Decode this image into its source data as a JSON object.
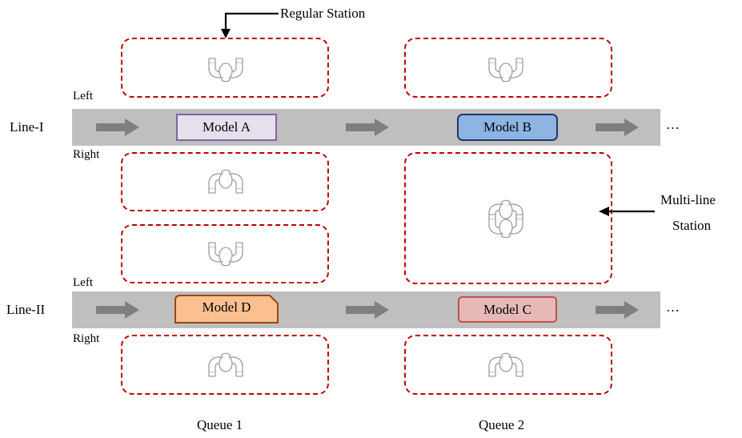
{
  "colors": {
    "station_border": "#c00000",
    "conveyor": "#bfbfbf",
    "flow_arrow": "#7f7f7f",
    "model_a": {
      "fill": "#e6e0ec",
      "border": "#8064a2"
    },
    "model_b": {
      "fill": "#8eb4e3",
      "border": "#1f3864"
    },
    "model_c": {
      "fill": "#e6b9b8",
      "border": "#c0504d"
    },
    "model_d": {
      "fill": "#fac090",
      "border": "#984807"
    }
  },
  "labels": {
    "regular_station": "Regular Station",
    "multiline_station_line1": "Multi-line",
    "multiline_station_line2": "Station"
  },
  "lines": [
    {
      "name": "Line-I",
      "side_top": "Left",
      "side_bottom": "Right",
      "continuation": "…",
      "models": [
        {
          "label": "Model A",
          "queue": 1
        },
        {
          "label": "Model B",
          "queue": 2
        }
      ]
    },
    {
      "name": "Line-II",
      "side_top": "Left",
      "side_bottom": "Right",
      "continuation": "…",
      "models": [
        {
          "label": "Model D",
          "queue": 1
        },
        {
          "label": "Model C",
          "queue": 2
        }
      ]
    }
  ],
  "queues": [
    "Queue 1",
    "Queue 2"
  ],
  "icons": {
    "flow_arrow": "right-arrow-icon",
    "worker": "worker-top-view-icon",
    "pointer": "pointer-arrow-icon"
  }
}
